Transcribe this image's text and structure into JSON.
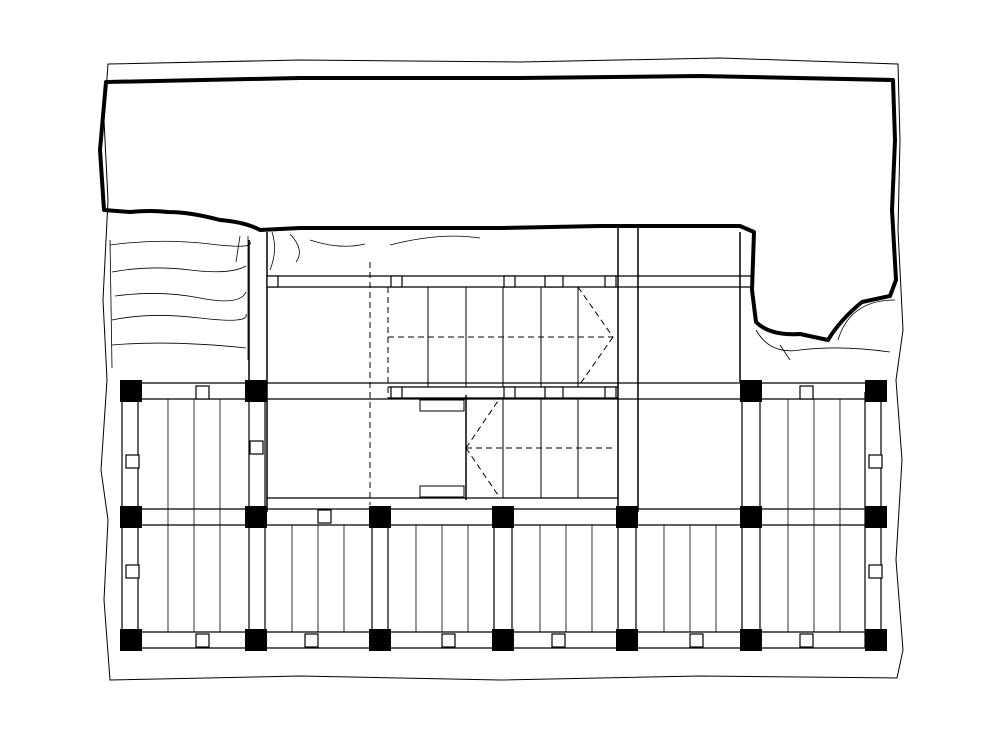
{
  "diagram": {
    "kind": "structural-floor-plan",
    "line_color": "#000000",
    "background_color": "#ffffff",
    "column_fill": "#000000",
    "grid_columns": 7,
    "grid_rows": 3,
    "floor_bays": 6,
    "main_columns_count": 21,
    "stair_flights": 2,
    "elements": [
      "site-boundary",
      "collapse-zone-outline",
      "terrain-lines",
      "column-grid",
      "beam-grid",
      "floor-slab-strips",
      "stair-core",
      "small-columns"
    ]
  }
}
